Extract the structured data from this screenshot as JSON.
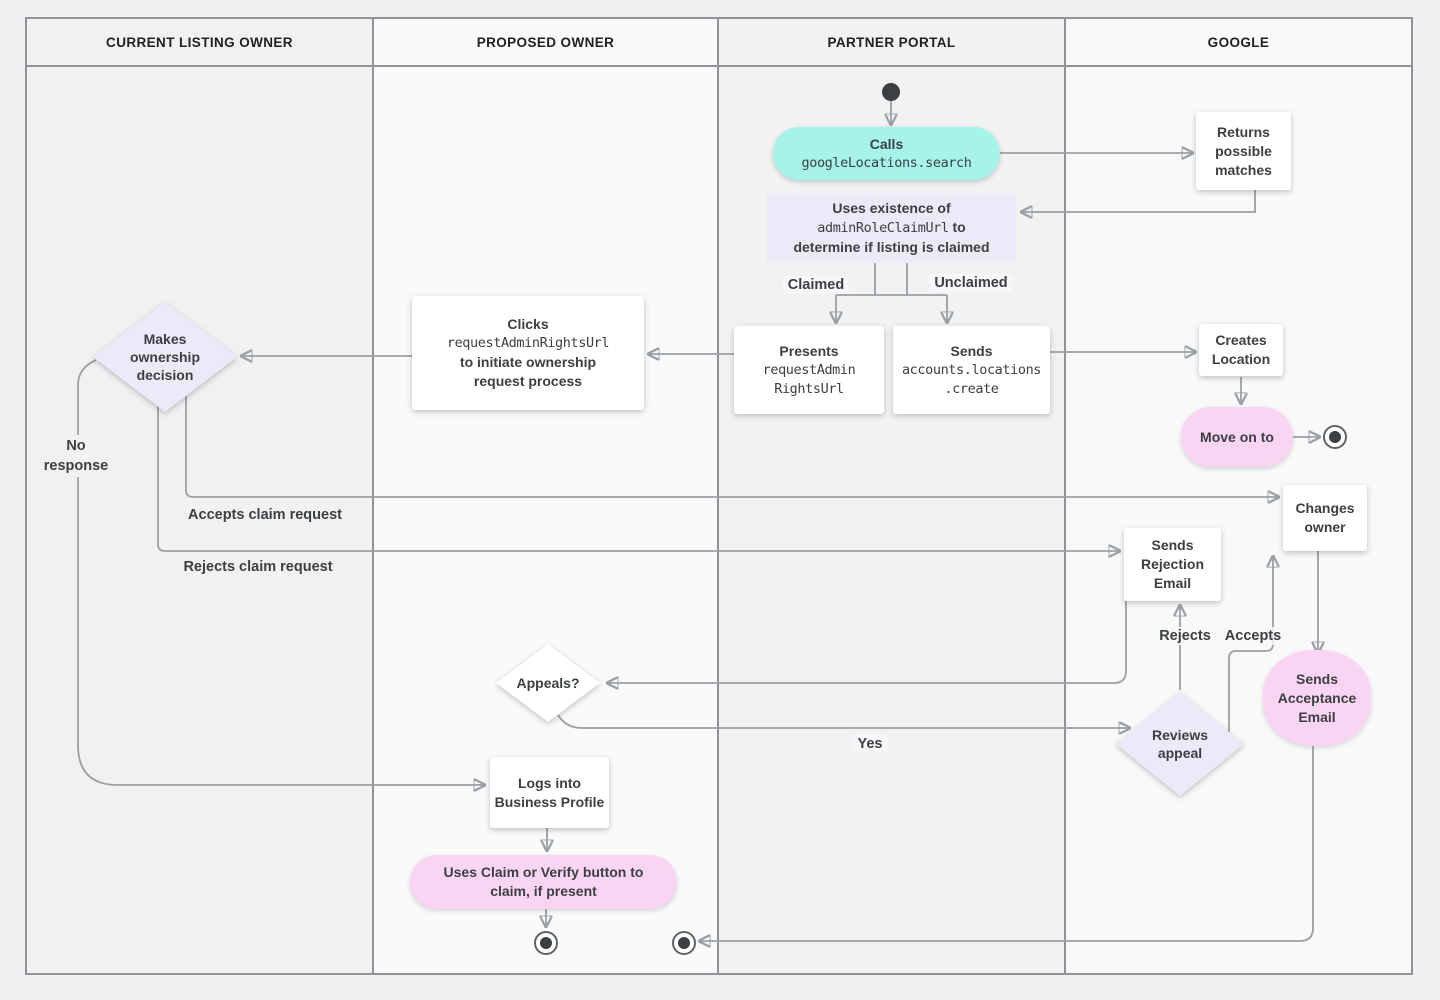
{
  "lanes": [
    {
      "label": "CURRENT LISTING OWNER"
    },
    {
      "label": "PROPOSED OWNER"
    },
    {
      "label": "PARTNER PORTAL"
    },
    {
      "label": "GOOGLE"
    }
  ],
  "nodes": {
    "calls_search": {
      "title": "Calls",
      "code": "googleLocations.search"
    },
    "returns_matches": {
      "label": "Returns possible matches"
    },
    "uses_existence": {
      "line1": "Uses existence of",
      "code": "adminRoleClaimUrl",
      "line2_suffix": " to",
      "line3": "determine if listing is claimed"
    },
    "presents_url": {
      "title": "Presents",
      "code_line1": "requestAdmin",
      "code_line2": "RightsUrl"
    },
    "sends_create": {
      "title": "Sends",
      "code_line1": "accounts.locations",
      "code_line2": ".create"
    },
    "clicks_url": {
      "title": "Clicks",
      "code": "requestAdminRightsUrl",
      "line3": "to initiate ownership",
      "line4": "request process"
    },
    "makes_decision": {
      "label": "Makes ownership decision"
    },
    "creates_location": {
      "label": "Creates Location"
    },
    "move_on": {
      "label": "Move on to"
    },
    "changes_owner": {
      "label": "Changes owner"
    },
    "sends_rejection": {
      "label": "Sends Rejection Email"
    },
    "sends_acceptance": {
      "label": "Sends Acceptance Email"
    },
    "reviews_appeal": {
      "label": "Reviews appeal"
    },
    "appeals": {
      "label": "Appeals?"
    },
    "logs_into_profile": {
      "label": "Logs into Business Profile"
    },
    "uses_claim_button": {
      "label": "Uses Claim or Verify button to claim, if present"
    }
  },
  "edge_labels": {
    "claimed": "Claimed",
    "unclaimed": "Unclaimed",
    "no_response": "No response",
    "accepts_claim": "Accepts claim request",
    "rejects_claim": "Rejects claim request",
    "rejects": "Rejects",
    "accepts": "Accepts",
    "yes": "Yes"
  },
  "colors": {
    "teal": "#a5f3e9",
    "lavender": "#ece9f8",
    "pink": "#f9d5f3",
    "node_white": "#ffffff",
    "line": "#9aa0a6",
    "arrowhead": "#70757a",
    "text": "#3c4043",
    "lane_border": "#8f9399"
  }
}
